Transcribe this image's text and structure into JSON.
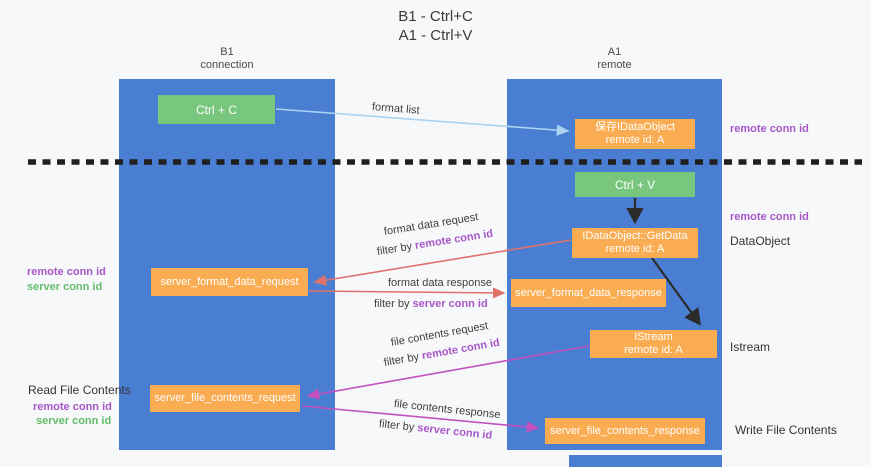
{
  "title": {
    "line1": "B1 - Ctrl+C",
    "line2": "A1 - Ctrl+V"
  },
  "columns": {
    "left": {
      "name": "B1",
      "role": "connection"
    },
    "right": {
      "name": "A1",
      "role": "remote"
    }
  },
  "boxes": {
    "ctrl_c": {
      "label": "Ctrl + C"
    },
    "ctrl_v": {
      "label": "Ctrl + V"
    },
    "save_dataobject": {
      "line1": "保存IDataObject",
      "line2": "remote id: A"
    },
    "getdata": {
      "line1": "IDataObject::GetData",
      "line2": "remote id: A"
    },
    "istream": {
      "line1": "IStream",
      "line2": "remote id: A"
    },
    "format_request": {
      "label": "server_format_data_request"
    },
    "format_response": {
      "label": "server_format_data_response"
    },
    "file_request": {
      "label": "server_file_contents_request"
    },
    "file_response": {
      "label": "server_file_contents_response"
    }
  },
  "arrows": {
    "format_list": {
      "label": "format list"
    },
    "format_data_request": {
      "label": "format data request",
      "filter_prefix": "filter by ",
      "filter_key": "remote conn id"
    },
    "format_data_response": {
      "label": "format data response",
      "filter_prefix": "filter by ",
      "filter_key": "server conn id"
    },
    "file_contents_request": {
      "label": "file contents request",
      "filter_prefix": "filter by ",
      "filter_key": "remote conn id"
    },
    "file_contents_response": {
      "label": "file contents response",
      "filter_prefix": "filter by ",
      "filter_key": "server conn id"
    }
  },
  "side_labels": {
    "right_remote_conn_top": "remote conn id",
    "right_remote_conn_mid": "remote conn id",
    "dataobject": "DataObject",
    "istream": "Istream",
    "write_file_contents": "Write File Contents",
    "left_remote_conn": "remote conn id",
    "left_server_conn": "server conn id",
    "read_file_contents": "Read File Contents",
    "left_remote_conn_bottom": "remote conn id",
    "left_server_conn_bottom": "server conn id"
  },
  "colors": {
    "column_blue": "#4a7ed3",
    "box_green": "#79c67f",
    "box_orange": "#f9ac52",
    "arrow_salmon": "#e0726b",
    "arrow_magenta": "#c351be",
    "arrow_lightblue": "#aad4f0",
    "dashed_line": "#1f1f1f",
    "text_purple": "#a757c7",
    "text_green": "#64bd6b"
  }
}
